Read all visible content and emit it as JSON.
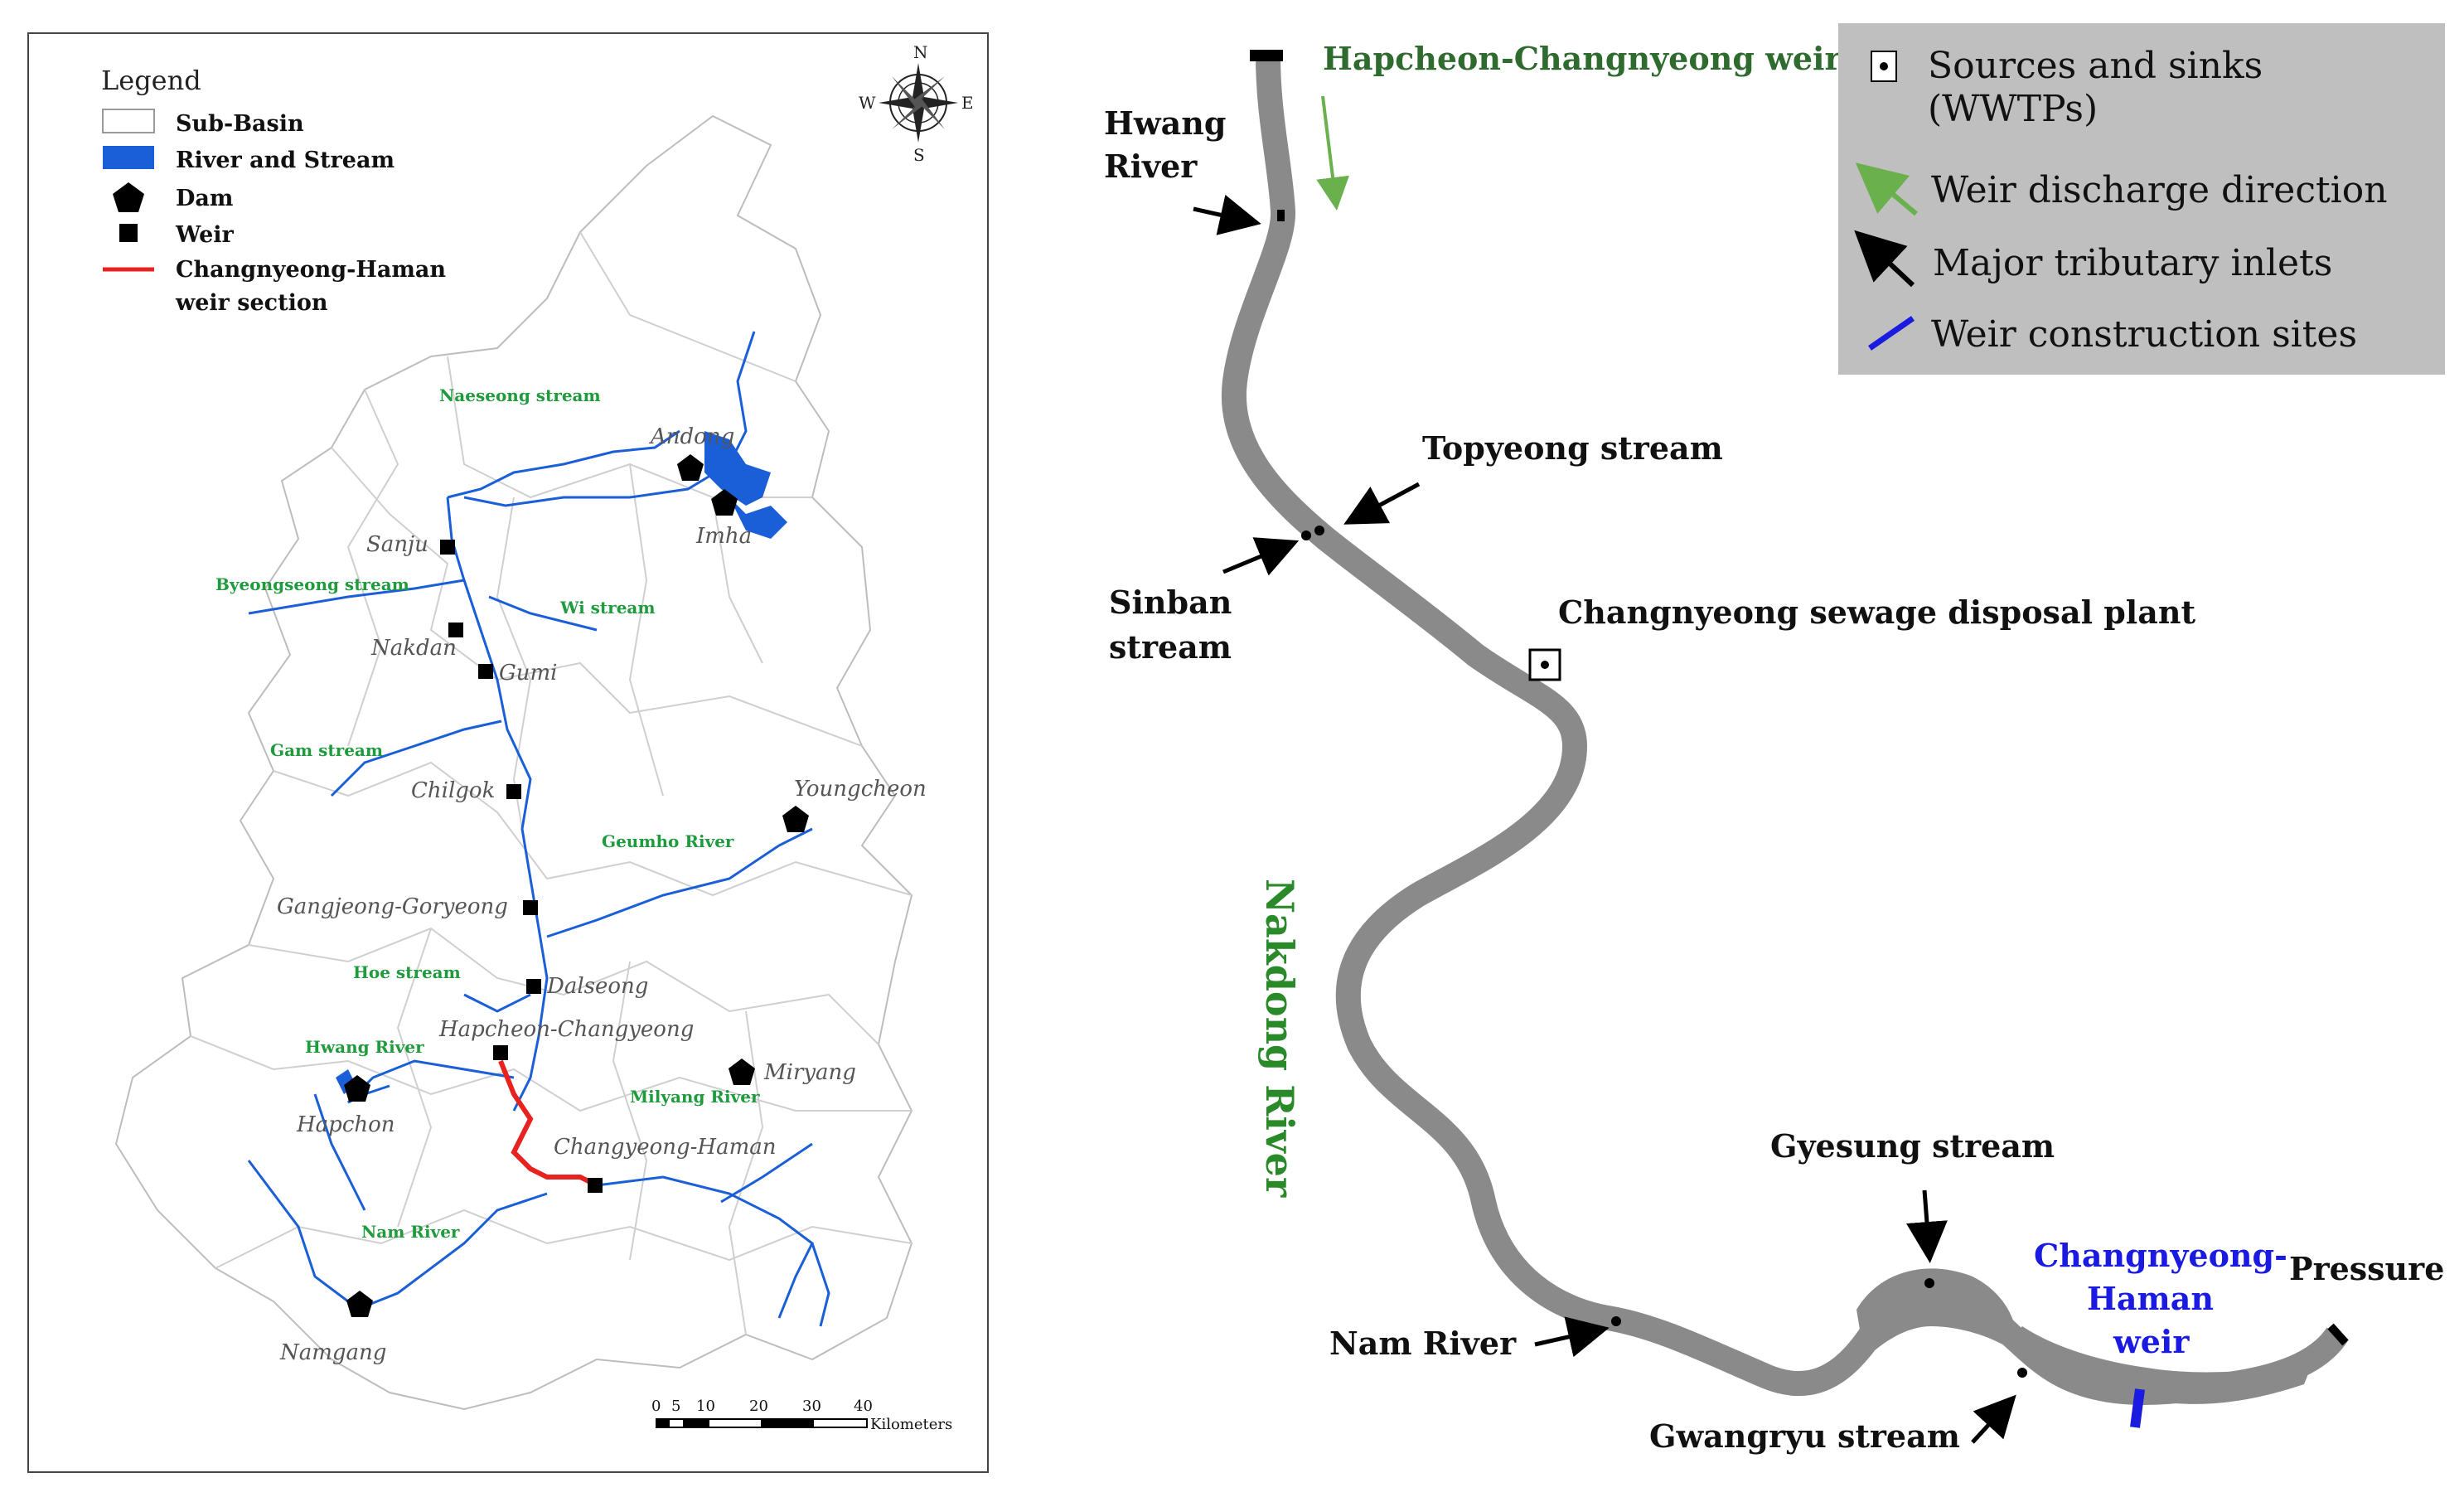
{
  "left_map": {
    "legend": {
      "title": "Legend",
      "items": [
        {
          "symbol": "sub-basin",
          "label": "Sub-Basin"
        },
        {
          "symbol": "river",
          "label": "River and Stream"
        },
        {
          "symbol": "dam",
          "label": "Dam"
        },
        {
          "symbol": "weir",
          "label": "Weir"
        },
        {
          "symbol": "section",
          "label": "Changnyeong-Haman",
          "label2": "weir section"
        }
      ]
    },
    "compass": {
      "n": "N",
      "s": "S",
      "e": "E",
      "w": "W"
    },
    "places": {
      "andong": "Andong",
      "imha": "Imha",
      "sanju": "Sanju",
      "nakdan": "Nakdan",
      "gumi": "Gumi",
      "chilgok": "Chilgok",
      "youngcheon": "Youngcheon",
      "gangjeong": "Gangjeong-Goryeong",
      "dalseong": "Dalseong",
      "hapcheon_changyeong": "Hapcheon-Changyeong",
      "hapchon": "Hapchon",
      "miryang": "Miryang",
      "changyeong_haman": "Changyeong-Haman",
      "namgang": "Namgang"
    },
    "streams": {
      "naeseong": "Naeseong stream",
      "byeongseong": "Byeongseong stream",
      "wi": "Wi stream",
      "gam": "Gam stream",
      "geumho": "Geumho River",
      "hoe": "Hoe stream",
      "hwang": "Hwang River",
      "milyang": "Milyang River",
      "nam": "Nam River"
    },
    "scale": {
      "ticks": [
        "0",
        "5",
        "10",
        "20",
        "30",
        "40"
      ],
      "unit": "Kilometers"
    }
  },
  "right_map": {
    "legend": {
      "items": [
        {
          "symbol": "source",
          "line1": "Sources and sinks",
          "line2": "(WWTPs)"
        },
        {
          "symbol": "green-arrow",
          "line1": "Weir discharge direction"
        },
        {
          "symbol": "black-arrow",
          "line1": "Major tributary inlets"
        },
        {
          "symbol": "blue-line",
          "line1": "Weir construction sites"
        }
      ]
    },
    "labels": {
      "hapcheon_weir": "Hapcheon-Changnyeong weir",
      "hwang1": "Hwang",
      "hwang2": "River",
      "topyeong": "Topyeong stream",
      "sinban1": "Sinban",
      "sinban2": "stream",
      "sewage": "Changnyeong sewage disposal plant",
      "nakdong": "Nakdong River",
      "gyesung": "Gyesung stream",
      "changnyeong1": "Changnyeong-",
      "changnyeong2": "Haman",
      "changnyeong3": "weir",
      "pressure": "Pressure",
      "nam": "Nam River",
      "gwangryu": "Gwangryu stream"
    }
  },
  "colors": {
    "river": "#1a5ed8",
    "section": "#e8231f",
    "stream_label": "#1f9a3c",
    "green_arrow": "#6ab04c",
    "weir_blue": "#1a1ae0",
    "nakdong_green": "#2a8a2a",
    "river_gray": "#8a8a8a",
    "legend_bg": "#bfbfbf"
  }
}
